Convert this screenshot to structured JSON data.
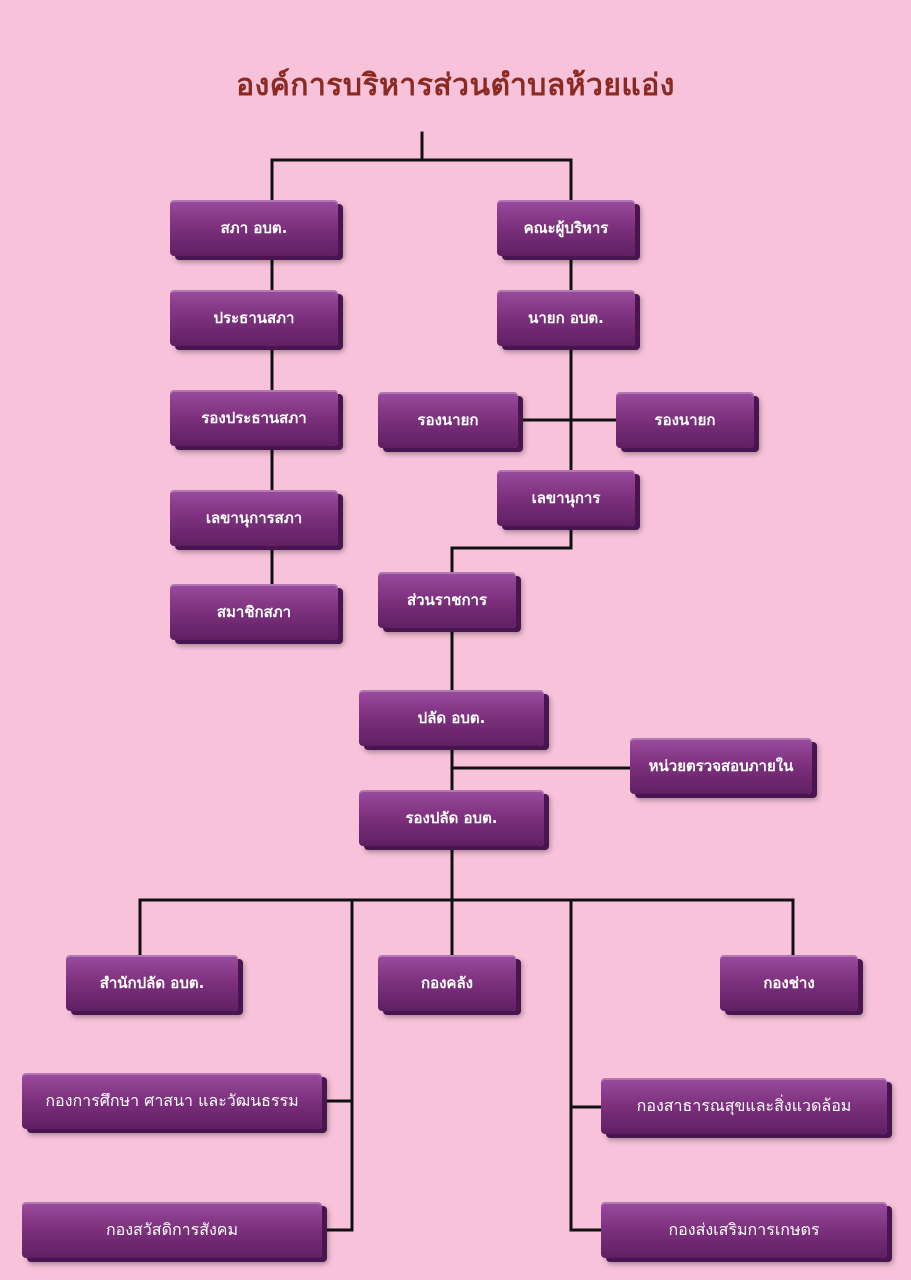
{
  "title": "องค์การบริหารส่วนตำบลห้วยแอ่ง",
  "colors": {
    "background": "#f8c3da",
    "box": "#7f327f",
    "title": "#8b2a22",
    "line": "#111111"
  },
  "council": {
    "root": "สภา อบต.",
    "chair": "ประธานสภา",
    "vice_chair": "รองประธานสภา",
    "secretary": "เลขานุการสภา",
    "members": "สมาชิกสภา"
  },
  "executive": {
    "root": "คณะผู้บริหาร",
    "mayor": "นายก อบต.",
    "deputy_left": "รองนายก",
    "deputy_right": "รองนายก",
    "secretary": "เลขานุการ"
  },
  "admin": {
    "civil_service": "ส่วนราชการ",
    "palad": "ปลัด อบต.",
    "internal_audit": "หน่วยตรวจสอบภายใน",
    "deputy_palad": "รองปลัด อบต."
  },
  "divisions": {
    "office": "สำนักปลัด อบต.",
    "finance": "กองคลัง",
    "engineering": "กองช่าง",
    "education": "กองการศึกษา ศาสนา และวัฒนธรรม",
    "health": "กองสาธารณสุขและสิ่งแวดล้อม",
    "welfare": "กองสวัสดิการสังคม",
    "agriculture": "กองส่งเสริมการเกษตร"
  }
}
